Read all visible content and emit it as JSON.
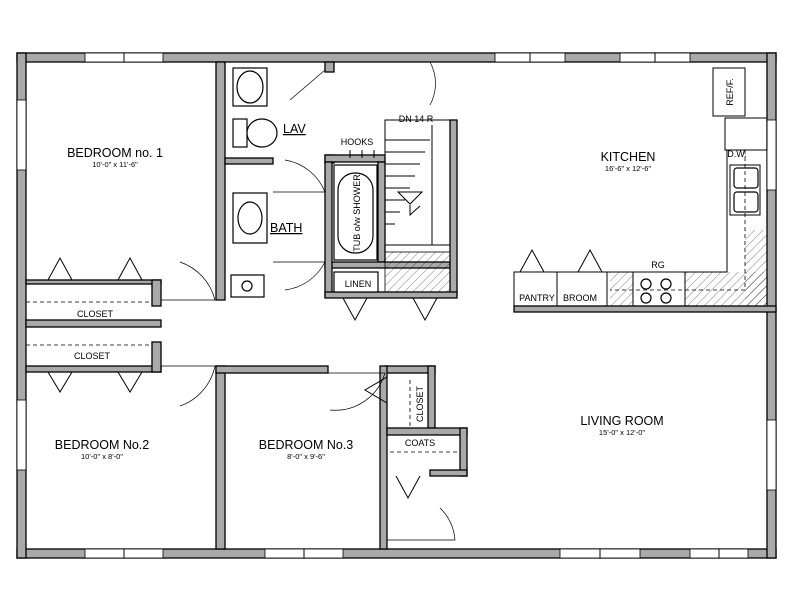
{
  "rooms": {
    "bedroom1": {
      "name": "BEDROOM no. 1",
      "dim": "10'-0\" x 11'-6\""
    },
    "bedroom2": {
      "name": "BEDROOM No.2",
      "dim": "10'-0\" x 8'-0\""
    },
    "bedroom3": {
      "name": "BEDROOM No.3",
      "dim": "8'-0\" x 9'-6\""
    },
    "kitchen": {
      "name": "KITCHEN",
      "dim": "16'-6\" x 12'-6\""
    },
    "living": {
      "name": "LIVING ROOM",
      "dim": "15'-0\" x 12'-0\""
    }
  },
  "labels": {
    "lav": "LAV",
    "bath": "BATH",
    "hooks": "HOOKS",
    "stair": "DN 14 R",
    "tub": "TUB o/w SHOWER",
    "linen": "LINEN",
    "closet_upper": "CLOSET",
    "closet_lower": "CLOSET",
    "closet_b3": "CLOSET",
    "coats": "COATS",
    "pantry": "PANTRY",
    "broom": "BROOM",
    "rg": "RG",
    "dw": "D.W.",
    "ref": "REF/F."
  },
  "colors": {
    "wall_fill": "#a9a9a9",
    "line": "#000000",
    "background": "#ffffff"
  }
}
